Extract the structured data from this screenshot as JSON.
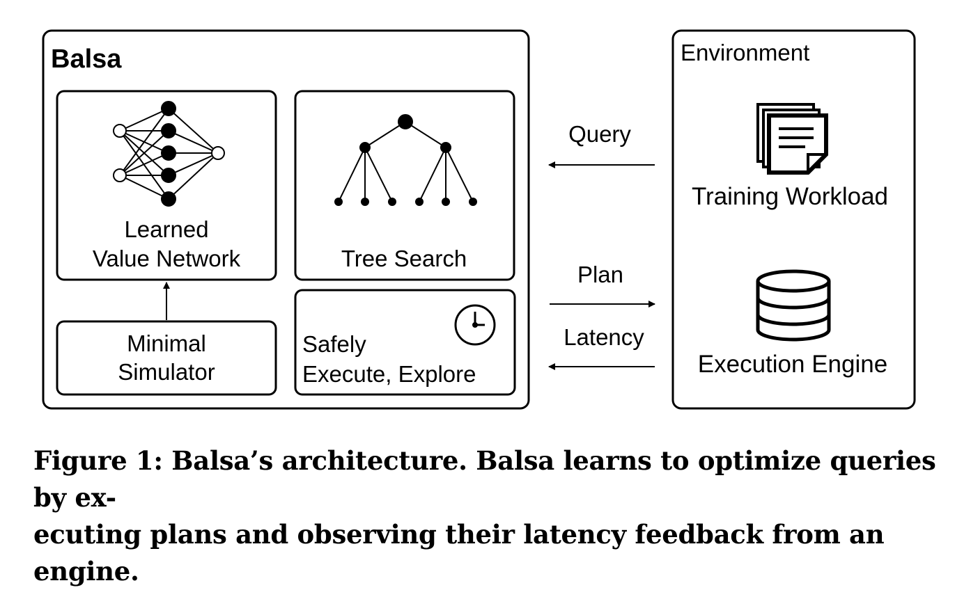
{
  "balsa": {
    "title": "Balsa",
    "value_network": {
      "line1": "Learned",
      "line2": "Value Network"
    },
    "tree_search": {
      "label": "Tree Search"
    },
    "simulator": {
      "line1": "Minimal",
      "line2": "Simulator"
    },
    "safe_execute": {
      "line1": "Safely",
      "line2": "Execute, Explore"
    }
  },
  "arrows": {
    "query": "Query",
    "plan": "Plan",
    "latency": "Latency"
  },
  "environment": {
    "title": "Environment",
    "training_workload": "Training Workload",
    "execution_engine": "Execution Engine"
  },
  "caption": {
    "line1": "Figure 1: Balsa’s architecture. Balsa learns to optimize queries by ex-",
    "line2": "ecuting plans and observing their latency feedback from an engine."
  }
}
